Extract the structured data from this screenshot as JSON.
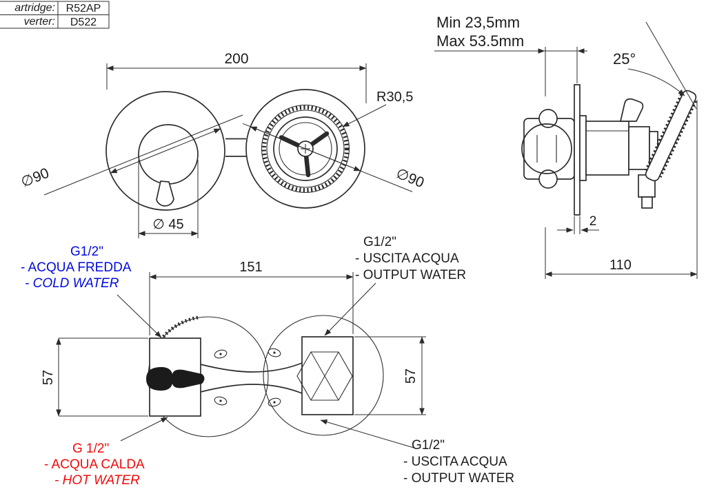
{
  "colors": {
    "line": "#2b2b2b",
    "cold_text": "#0009e0",
    "hot_text": "#ef0b0b",
    "background": "#ffffff"
  },
  "title_block": {
    "rows": [
      {
        "label": "artridge:",
        "value": "R52AP"
      },
      {
        "label": "verter:",
        "value": "D522"
      }
    ]
  },
  "front_view": {
    "overall_width": "200",
    "handle_radius": "R30,5",
    "left_knob_diameter": "∅90",
    "right_knob_diameter": "∅90",
    "inner_knob_diameter": "∅ 45"
  },
  "side_view": {
    "min_recess": "Min 23,5mm",
    "max_recess": "Max 53.5mm",
    "handle_angle": "25°",
    "plate_thickness": "2",
    "overall_depth": "110"
  },
  "section_view": {
    "valve_spacing": "151",
    "left_body_height": "57",
    "right_body_height": "57"
  },
  "port_labels": {
    "cold": {
      "thread": "G1/2\"",
      "name_it": "- ACQUA FREDDA",
      "name_en": "- COLD WATER"
    },
    "output_top": {
      "thread": "G1/2\"",
      "name_it": "- USCITA ACQUA",
      "name_en": "- OUTPUT WATER"
    },
    "hot": {
      "thread": "G 1/2\"",
      "name_it": "- ACQUA CALDA",
      "name_en": "- HOT WATER"
    },
    "output_bottom": {
      "thread": "G1/2\"",
      "name_it": "- USCITA ACQUA",
      "name_en": "- OUTPUT WATER"
    }
  }
}
